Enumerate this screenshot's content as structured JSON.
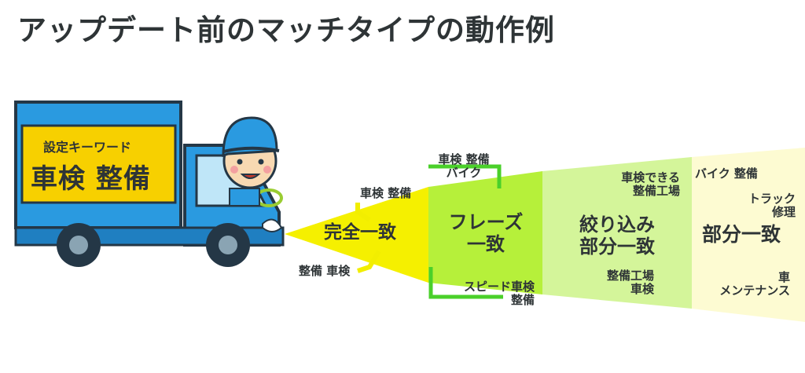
{
  "title": "アップデート前のマッチタイプの動作例",
  "truck_sign": {
    "subtitle": "設定キーワード",
    "keyword": "車検 整備"
  },
  "stages": [
    {
      "name": "完全一致",
      "color": "#f5f000",
      "examples": [
        "車検 整備",
        "整備 車検"
      ]
    },
    {
      "name": "フレーズ一致",
      "color": "#b6f03a",
      "examples": [
        "車検 整備 バイク",
        "スピード車検 整備"
      ]
    },
    {
      "name": "絞り込み部分一致",
      "color": "#d4f59a",
      "examples": [
        "車検できる 整備工場",
        "整備工場 車検"
      ]
    },
    {
      "name": "部分一致",
      "color": "#fdfbd2",
      "examples": [
        "バイク 整備",
        "トラック 修理",
        "車 メンテナンス"
      ]
    }
  ],
  "labels": {
    "exact": "完全一致",
    "phrase_l1": "フレーズ",
    "phrase_l2": "一致",
    "modified_l1": "絞り込み",
    "modified_l2": "部分一致",
    "broad": "部分一致",
    "ex_exact_top": "車検 整備",
    "ex_exact_bottom": "整備 車検",
    "ex_phrase_top_1": "車検 整備",
    "ex_phrase_top_2": "バイク",
    "ex_phrase_bottom_1": "スピード車検",
    "ex_phrase_bottom_2": "整備",
    "ex_mod_top_1": "車検できる",
    "ex_mod_top_2": "整備工場",
    "ex_mod_bottom_1": "整備工場",
    "ex_mod_bottom_2": "車検",
    "ex_broad_1": "バイク 整備",
    "ex_broad_2a": "トラック",
    "ex_broad_2b": "修理",
    "ex_broad_3a": "車",
    "ex_broad_3b": "メンテナンス"
  }
}
